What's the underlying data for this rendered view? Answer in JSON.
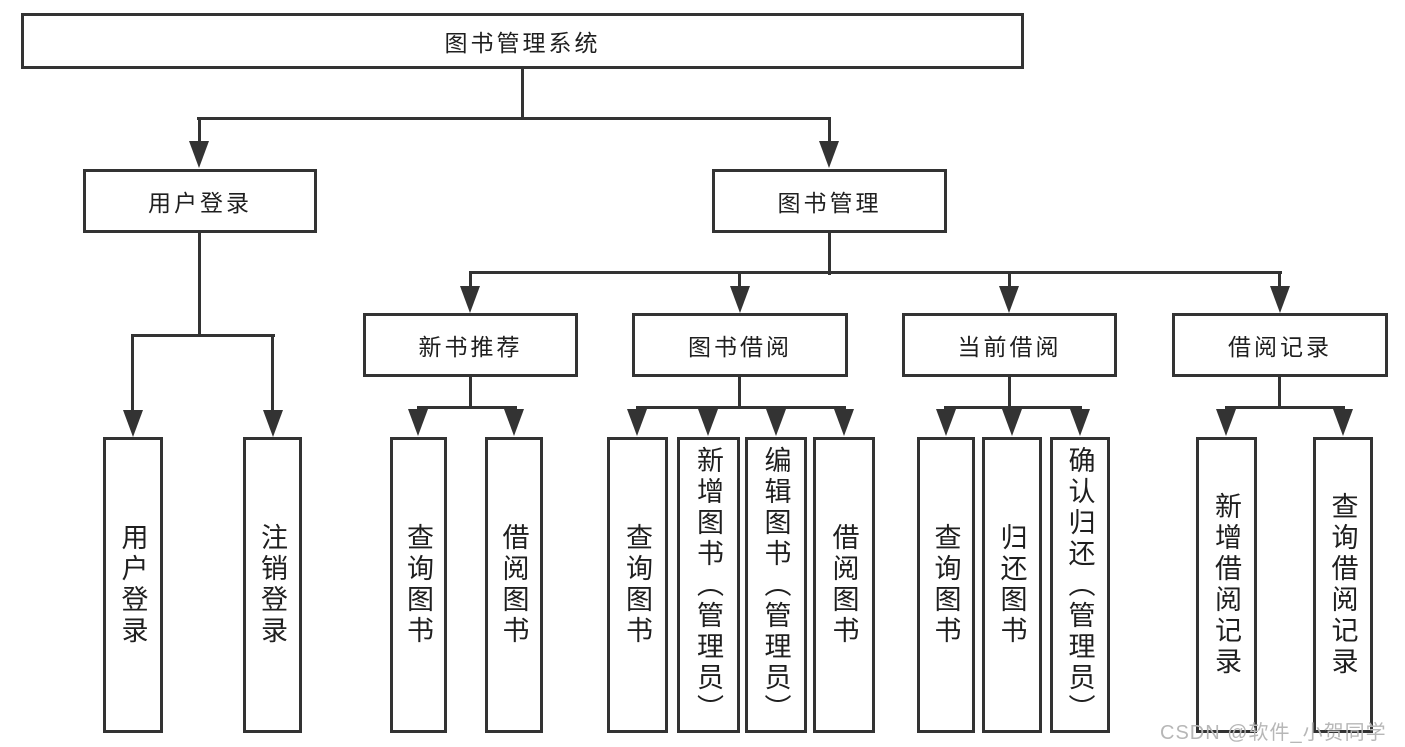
{
  "theme": {
    "line": "#333333",
    "text": "#1f1f1f",
    "watermark": "#b7b7b7",
    "background": "#ffffff"
  },
  "diagram": {
    "root": {
      "label": "图书管理系统"
    },
    "branches": [
      {
        "label": "用户登录",
        "children": [
          {
            "label": "用户登录"
          },
          {
            "label": "注销登录"
          }
        ]
      },
      {
        "label": "图书管理",
        "children": [
          {
            "label": "新书推荐",
            "children": [
              {
                "label": "查询图书"
              },
              {
                "label": "借阅图书"
              }
            ]
          },
          {
            "label": "图书借阅",
            "children": [
              {
                "label": "查询图书"
              },
              {
                "label": "新增图书（管理员）"
              },
              {
                "label": "编辑图书（管理员）"
              },
              {
                "label": "借阅图书"
              }
            ]
          },
          {
            "label": "当前借阅",
            "children": [
              {
                "label": "查询图书"
              },
              {
                "label": "归还图书"
              },
              {
                "label": "确认归还（管理员）"
              }
            ]
          },
          {
            "label": "借阅记录",
            "children": [
              {
                "label": "新增借阅记录"
              },
              {
                "label": "查询借阅记录"
              }
            ]
          }
        ]
      }
    ]
  },
  "watermark": {
    "text": "CSDN @软件_小贺同学"
  }
}
